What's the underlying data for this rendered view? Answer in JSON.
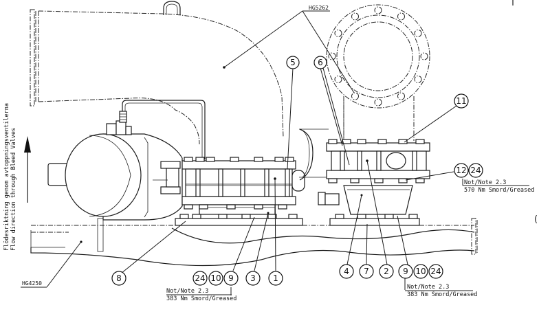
{
  "drawing": {
    "title": "Bleed valve assembly – side view",
    "references": {
      "top": "HG5262",
      "bottom_left": "HG4250"
    },
    "flow_direction": {
      "line1": "Flödesriktning genom avtoppningsventilerna",
      "line2": "Flow direction through Bleed Valves"
    },
    "balloons": {
      "b1": "1",
      "b2": "2",
      "b3": "3",
      "b4": "4",
      "b5": "5",
      "b6": "6",
      "b7": "7",
      "b8": "8",
      "b9_left": "9",
      "b10_left": "10",
      "b24_left": "24",
      "b9_right": "9",
      "b10_right": "10",
      "b24_right": "24",
      "b11": "11",
      "b12": "12",
      "b24_upper": "24"
    },
    "notes": {
      "upper_right": {
        "line1": "Not/Note 2.3",
        "line2": "570 Nm Smord/Greased"
      },
      "bottom_left": {
        "line1": "Not/Note 2.3",
        "line2": "383 Nm Smord/Greased"
      },
      "bottom_right": {
        "line1": "Not/Note 2.3",
        "line2": "383 Nm Smord/Greased"
      }
    },
    "edge_marks": {
      "right_paren": "("
    }
  }
}
